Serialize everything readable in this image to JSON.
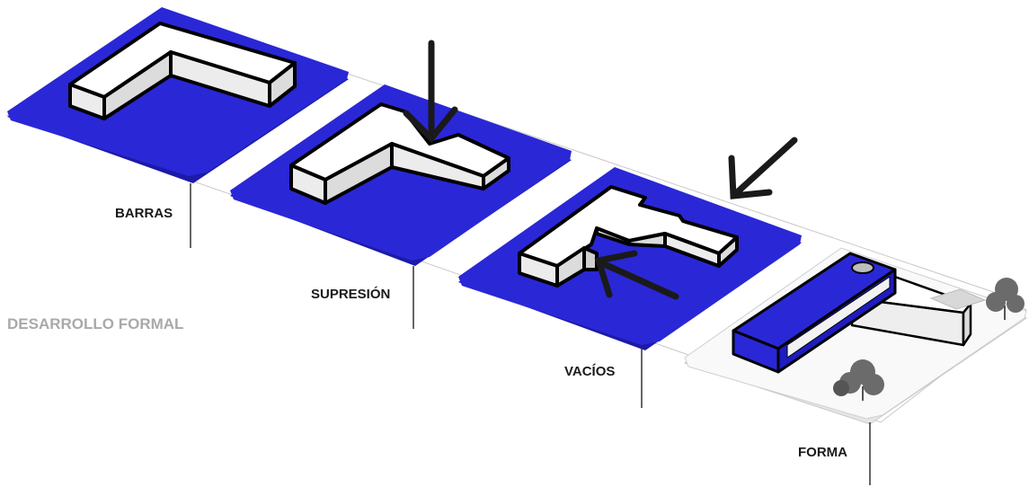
{
  "title": "DESARROLLO FORMAL",
  "stages": [
    {
      "label": "BARRAS"
    },
    {
      "label": "SUPRESIÓN"
    },
    {
      "label": "VACÍOS"
    },
    {
      "label": "FORMA"
    }
  ],
  "colors": {
    "platform_blue": "#2a27d6",
    "platform_edge": "#1c1aa8",
    "mass_top": "#ffffff",
    "mass_side": "#dcdcdc",
    "mass_front": "#ececec",
    "outline": "#000000",
    "arrow": "#1a1a1a",
    "leader_line": "#333333",
    "title": "#a9a9a9",
    "trees": "#6b6b6b",
    "site_base": "#f7f7f7"
  }
}
